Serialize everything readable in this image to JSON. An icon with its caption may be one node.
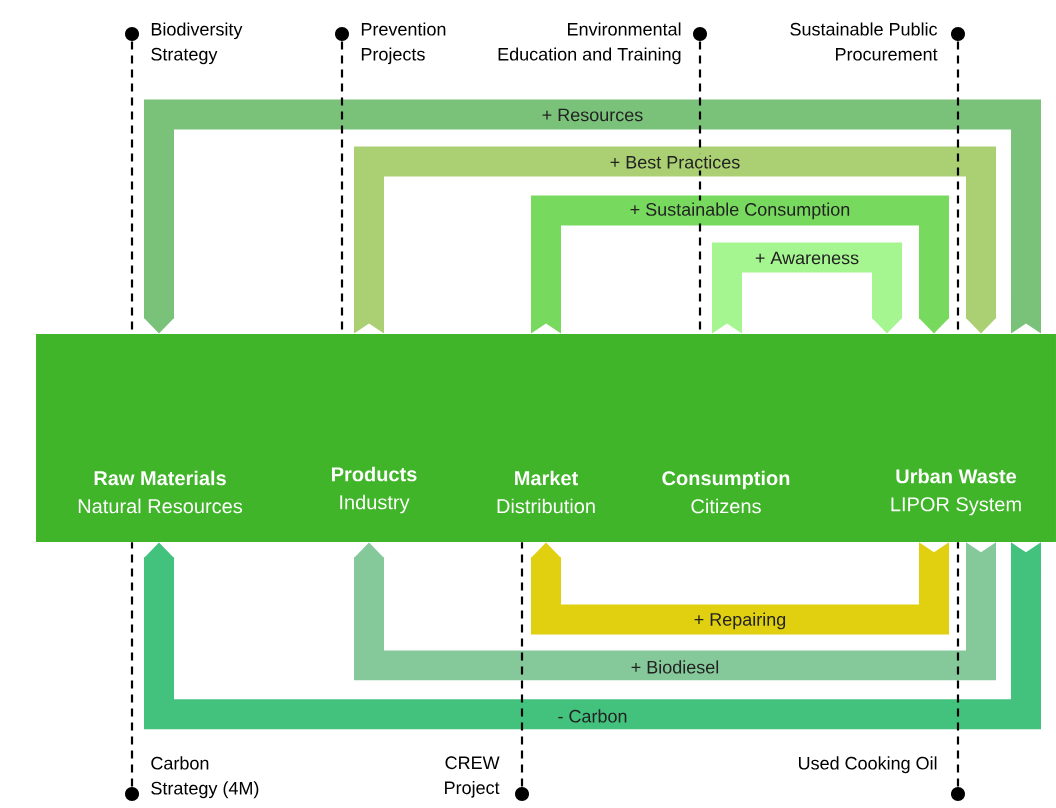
{
  "diagram": {
    "nodes": [
      {
        "text": [],
        "shape": "bar"
      },
      {
        "text": [
          "Raw Materials",
          "Natural Resources"
        ],
        "in": 0
      },
      {
        "text": [
          "Products",
          "Industry"
        ],
        "in": 0
      },
      {
        "text": [
          "Market",
          "Distribution"
        ],
        "in": 0
      },
      {
        "text": [
          "Consumption",
          "Citizens"
        ],
        "in": 0
      },
      {
        "text": [
          "Urban Waste",
          "LIPOR System"
        ],
        "in": 0
      },
      {
        "text": [],
        "shape": "circle",
        "beside": [
          "Biodiversity Strategy"
        ]
      },
      {
        "text": [],
        "shape": "circle",
        "beside": [
          "Prevention Projects"
        ]
      },
      {
        "text": [],
        "shape": "circle",
        "beside": [
          "Environmental Education and Training"
        ]
      },
      {
        "text": [],
        "shape": "circle",
        "beside": [
          "Sustainable Public Procurement"
        ]
      },
      {
        "text": [],
        "shape": "circle",
        "beside": [
          "Carbon Strategy (4M)"
        ]
      },
      {
        "text": [],
        "shape": "circle",
        "beside": [
          "CREW Project"
        ]
      },
      {
        "text": [],
        "shape": "circle",
        "beside": [
          "Used Cooking Oil"
        ]
      }
    ],
    "edges": [
      {
        "from": 5,
        "to": 1,
        "arrow": "to",
        "label": "+ Resources",
        "color": "#7ac27a",
        "style": "thick"
      },
      {
        "from": 2,
        "to": 5,
        "arrow": "to",
        "label": "+ Best Practices",
        "color": "#aad073",
        "style": "thick"
      },
      {
        "from": 3,
        "to": 5,
        "arrow": "to",
        "label": "+ Sustainable Consumption",
        "color": "#77d95d",
        "style": "thick"
      },
      {
        "from": 4,
        "to": 5,
        "arrow": "to",
        "label": "+ Awareness",
        "color": "#a5f590",
        "style": "thick"
      },
      {
        "from": 5,
        "to": 3,
        "arrow": "to",
        "label": "+ Repairing",
        "color": "#e0d010",
        "style": "thick"
      },
      {
        "from": 5,
        "to": 2,
        "arrow": "to",
        "label": "+ Biodiesel",
        "color": "#85c89a",
        "style": "thick"
      },
      {
        "from": 5,
        "to": 1,
        "arrow": "to",
        "label": "- Carbon",
        "color": "#42c27d",
        "style": "thick"
      },
      {
        "from": 6,
        "to": 0,
        "arrow": "none",
        "style": "dashed"
      },
      {
        "from": 7,
        "to": 0,
        "arrow": "none",
        "style": "dashed"
      },
      {
        "from": 8,
        "to": 0,
        "arrow": "none",
        "style": "dashed"
      },
      {
        "from": 9,
        "to": 0,
        "arrow": "none",
        "style": "dashed"
      },
      {
        "from": 10,
        "to": 0,
        "arrow": "none",
        "style": "dashed"
      },
      {
        "from": 11,
        "to": 0,
        "arrow": "none",
        "style": "dashed"
      },
      {
        "from": 12,
        "to": 0,
        "arrow": "none",
        "style": "dashed"
      }
    ]
  }
}
